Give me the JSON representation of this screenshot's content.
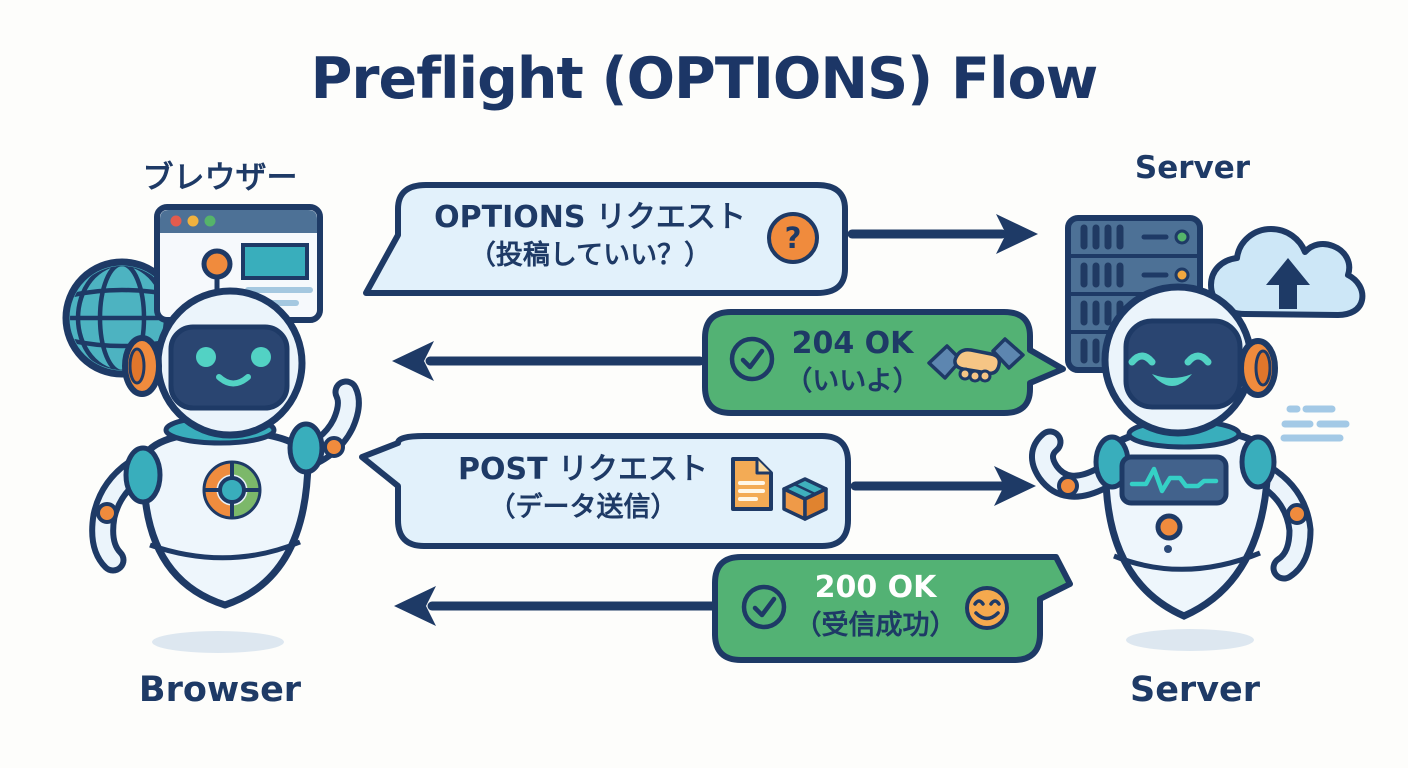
{
  "title": "Preflight (OPTIONS) Flow",
  "actors": {
    "browser": {
      "top_label": "ブレウザー",
      "bottom_label": "Browser"
    },
    "server": {
      "top_label": "Server",
      "bottom_label": "Server"
    }
  },
  "messages": [
    {
      "line1": "OPTIONS リクエスト",
      "line2": "（投稿していい？）",
      "kind": "request",
      "direction": "right",
      "badge": "?"
    },
    {
      "line1": "204 OK",
      "line2": "（いいよ）",
      "kind": "response",
      "direction": "left"
    },
    {
      "line1": "POST リクエスト",
      "line2": "（データ送信）",
      "kind": "request",
      "direction": "right"
    },
    {
      "line1": "200 OK",
      "line2": "（受信成功）",
      "kind": "response",
      "direction": "left"
    }
  ],
  "icons": {
    "question": "question-mark-badge",
    "check": "check-circle",
    "handshake": "handshake",
    "document": "document",
    "package": "package-box",
    "smiley": "smiley-face",
    "globe": "globe",
    "browser_window": "browser-window",
    "server_rack": "server-rack",
    "cloud_upload": "cloud-upload"
  },
  "colors": {
    "navy": "#1e3a66",
    "green_bubble": "#53b274",
    "blue_bubble": "#e2f1fb",
    "orange": "#f08b3d",
    "teal": "#3bafbc",
    "steel_blue": "#4d7196",
    "background": "#fdfdfb"
  }
}
